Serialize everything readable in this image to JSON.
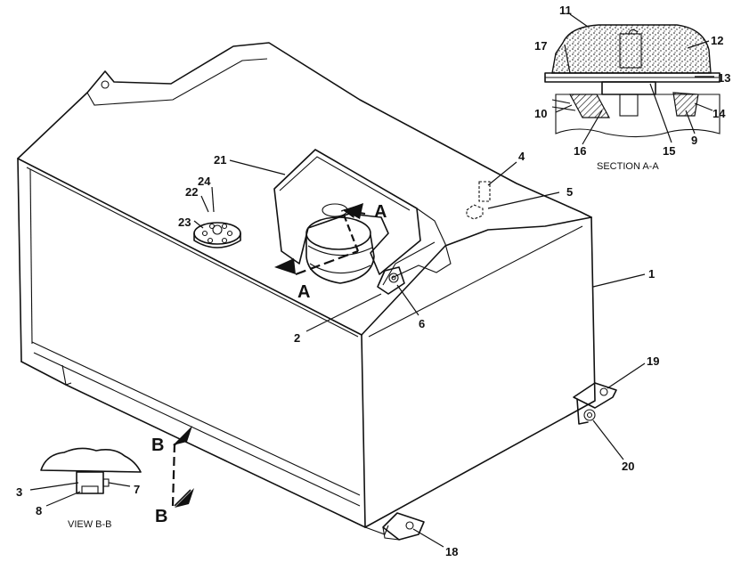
{
  "callouts": {
    "c1": "1",
    "c2": "2",
    "c3": "3",
    "c4": "4",
    "c5": "5",
    "c6": "6",
    "c7": "7",
    "c8": "8",
    "c9": "9",
    "c10": "10",
    "c11": "11",
    "c12": "12",
    "c13": "13",
    "c14": "14",
    "c15": "15",
    "c16": "16",
    "c17": "17",
    "c18": "18",
    "c19": "19",
    "c20": "20",
    "c21": "21",
    "c22": "22",
    "c23": "23",
    "c24": "24"
  },
  "section_marks": {
    "a_top": "A",
    "a_bottom": "A",
    "b_top": "B",
    "b_bottom": "B"
  },
  "captions": {
    "section_aa": "SECTION  A-A",
    "view_bb": "VIEW B-B"
  }
}
